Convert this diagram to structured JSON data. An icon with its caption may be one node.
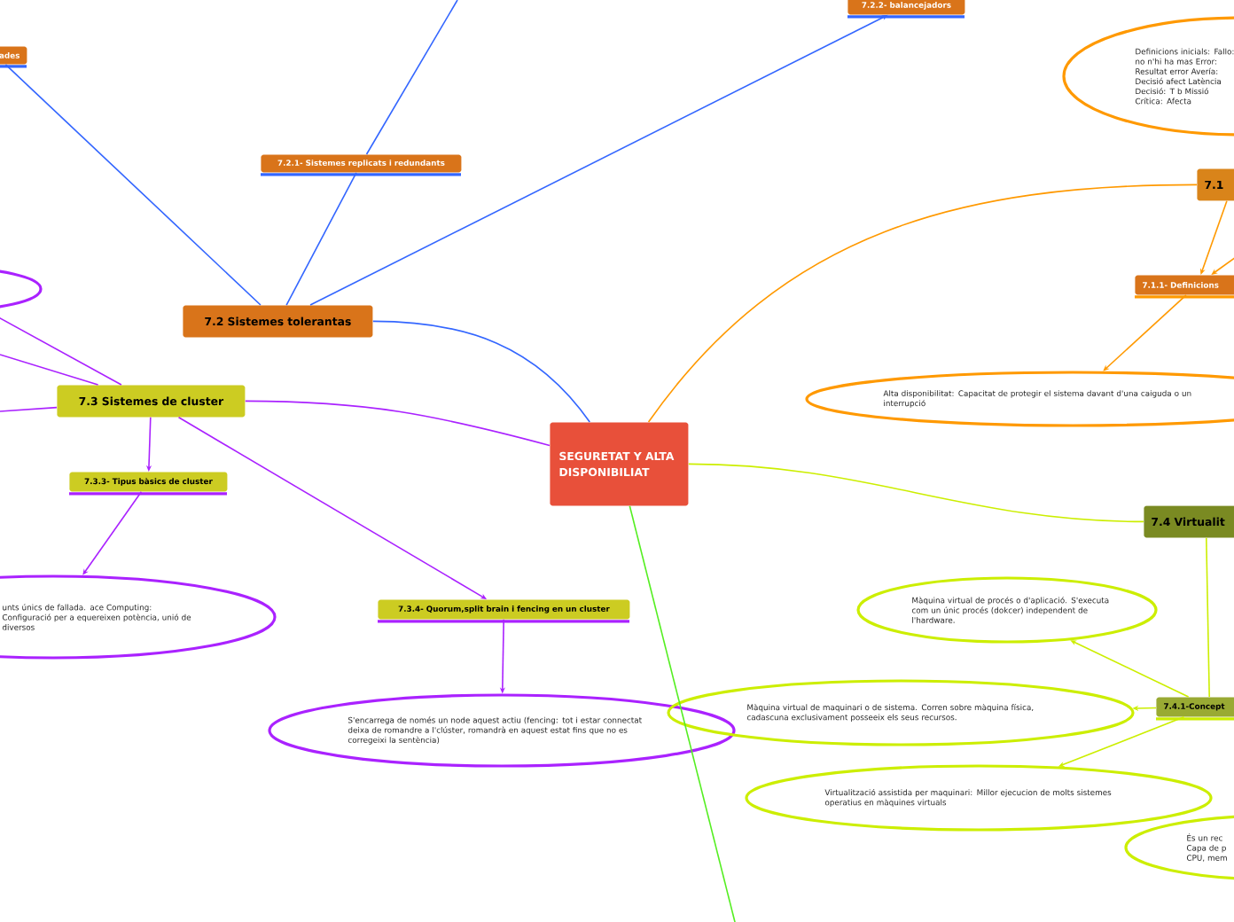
{
  "diagram": {
    "nodes": [
      {
        "text": [
          "SEGURETAT Y ALTA DISPONIBILIAT"
        ]
      },
      {
        "text": [
          "7.2 Sistemes tolerantas"
        ]
      },
      {
        "text": [
          "7.2.1- Sistemes replicats i redundants"
        ]
      },
      {
        "text": [
          "7.2.2- balancejadors"
        ]
      },
      {
        "text": [
          "ades"
        ]
      },
      {
        "text": [
          "7.3 Sistemes de cluster"
        ]
      },
      {
        "text": [
          "7.3.3- Tipus bàsics de cluster"
        ]
      },
      {
        "text": [
          "unts únics de fallada. ace Computing: Configuració per a equereixen potència, unió de diversos"
        ]
      },
      {
        "text": [
          "7.3.4- Quorum,split brain i fencing en un cluster"
        ]
      },
      {
        "text": [
          "S'encarrega de només un node aquest actiu (fencing: tot i estar connectat deixa de romandre a l'clúster, romandrà en aquest estat fins que no es corregeixi la sentència)"
        ]
      },
      {
        "text": [],
        "shape": "ellipse"
      },
      {
        "text": [
          "7.1"
        ]
      },
      {
        "text": [
          "Definicions inicials: Fallo: no n'hi ha mas Error: Resultat error Avería: Decisió afect Latència Decisió: T b Missió Crítica: Afecta"
        ]
      },
      {
        "text": [
          "7.1.1- Definicions"
        ]
      },
      {
        "text": [
          "Alta disponibilitat: Capacitat de protegir el sistema davant d'una caiguda o un interrupció"
        ]
      },
      {
        "text": [
          "7.4 Virtualit"
        ]
      },
      {
        "text": [
          "7.4.1-Concept"
        ]
      },
      {
        "text": [
          "Màquina virtual de procés o d'aplicació. S'executa com un únic procés (dokcer) independent de l'hardware."
        ]
      },
      {
        "text": [
          "Màquina virtual de maquinari o de sistema. Corren sobre màquina física, cadascuna exclusivament posseeix els seus recursos."
        ]
      },
      {
        "text": [
          "Virtualització assistida per maquinari: Millor ejecucion de molts sistemes operatius en màquines virtuals"
        ]
      },
      {
        "text": [
          "És un rec Capa de p CPU, mem"
        ]
      }
    ],
    "edges": [
      {
        "from": 0,
        "to": 1,
        "arrow": "none",
        "color": "#3366ff"
      },
      {
        "from": 1,
        "to": 4,
        "arrow": "none",
        "color": "#3366ff"
      },
      {
        "from": 1,
        "to": 2,
        "arrow": "none",
        "color": "#3366ff"
      },
      {
        "from": 2,
        "to": null,
        "arrow": "none",
        "color": "#3366ff"
      },
      {
        "from": 1,
        "to": 3,
        "arrow": "to",
        "color": "#3366ff"
      },
      {
        "from": 0,
        "to": 5,
        "arrow": "none",
        "color": "#aa22ff"
      },
      {
        "from": 5,
        "to": 10,
        "arrow": "none",
        "color": "#aa22ff"
      },
      {
        "from": 5,
        "to": null,
        "arrow": "none",
        "color": "#aa22ff"
      },
      {
        "from": 5,
        "to": null,
        "arrow": "none",
        "color": "#aa22ff"
      },
      {
        "from": 5,
        "to": 6,
        "arrow": "to",
        "color": "#aa22ff"
      },
      {
        "from": 6,
        "to": 7,
        "arrow": "to",
        "color": "#aa22ff"
      },
      {
        "from": 5,
        "to": 8,
        "arrow": "to",
        "color": "#aa22ff"
      },
      {
        "from": 8,
        "to": 9,
        "arrow": "to",
        "color": "#aa22ff"
      },
      {
        "from": 0,
        "to": 11,
        "arrow": "none",
        "color": "#ff9900"
      },
      {
        "from": 11,
        "to": 13,
        "arrow": "to",
        "color": "#ff9900"
      },
      {
        "from": 13,
        "to": 14,
        "arrow": "to",
        "color": "#ff9900"
      },
      {
        "from": null,
        "to": 13,
        "arrow": "to",
        "color": "#ff9900"
      },
      {
        "from": 0,
        "to": 15,
        "arrow": "none",
        "color": "#ccee00"
      },
      {
        "from": 15,
        "to": 16,
        "arrow": "none",
        "color": "#ccee00"
      },
      {
        "from": 16,
        "to": 17,
        "arrow": "to",
        "color": "#ccee00"
      },
      {
        "from": 16,
        "to": 18,
        "arrow": "to",
        "color": "#ccee00"
      },
      {
        "from": 16,
        "to": 19,
        "arrow": "to",
        "color": "#ccee00"
      },
      {
        "from": 0,
        "to": null,
        "arrow": "none",
        "color": "#55ee22"
      }
    ]
  }
}
